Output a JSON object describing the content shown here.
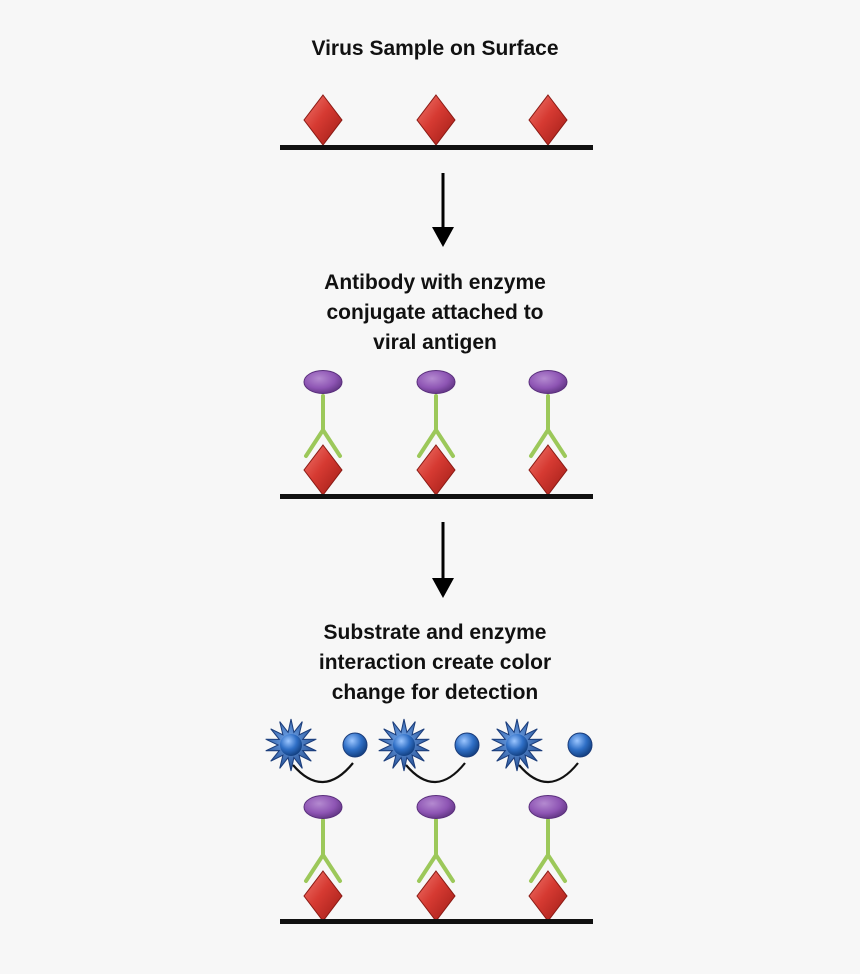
{
  "steps": [
    {
      "title_lines": [
        "Virus Sample on  Surface"
      ]
    },
    {
      "title_lines": [
        "Antibody with enzyme",
        "conjugate  attached to",
        "viral antigen"
      ]
    },
    {
      "title_lines": [
        "Substrate and enzyme",
        "interaction create color",
        "change for detection"
      ]
    }
  ],
  "colors": {
    "background": "#f7f7f7",
    "surface": "#111111",
    "antigen": "#d63a32",
    "antibody": "#9cc85a",
    "enzyme": "#8e55b4",
    "substrate": "#2f6fc6",
    "arrow": "#000000"
  },
  "icons": [
    "antigen-diamond-icon",
    "antibody-y-icon",
    "enzyme-ellipse-icon",
    "substrate-star-icon",
    "substrate-ball-icon"
  ]
}
